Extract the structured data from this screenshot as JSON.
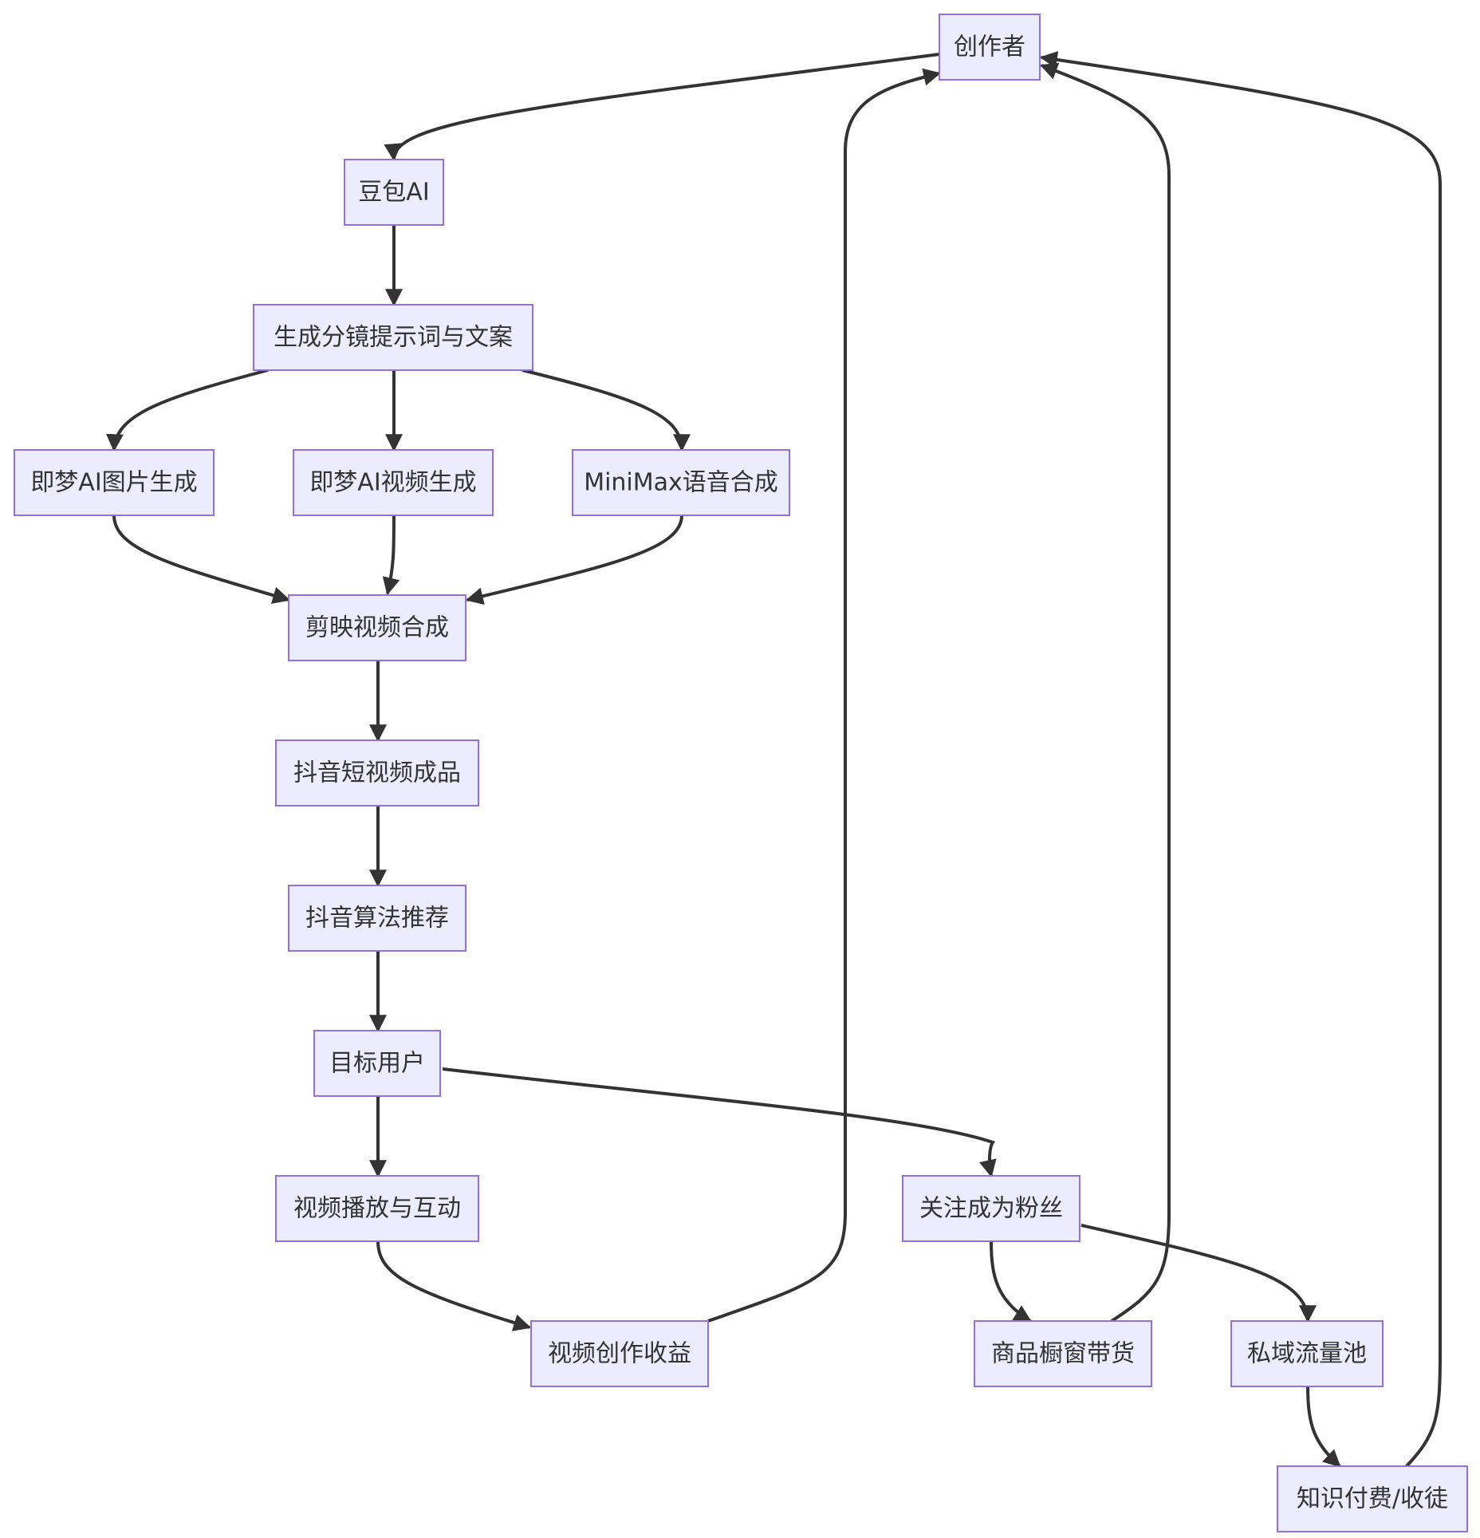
{
  "diagram": {
    "type": "flowchart",
    "colors": {
      "node_fill": "#ececff",
      "node_border": "#9370db",
      "edge": "#333333",
      "text": "#333333",
      "background": "#ffffff"
    },
    "nodes": {
      "creator": {
        "label": "创作者"
      },
      "doubao": {
        "label": "豆包AI"
      },
      "storyboard": {
        "label": "生成分镜提示词与文案"
      },
      "jimeng_image": {
        "label": "即梦AI图片生成"
      },
      "jimeng_video": {
        "label": "即梦AI视频生成"
      },
      "minimax_voice": {
        "label": "MiniMax语音合成"
      },
      "jianying": {
        "label": "剪映视频合成"
      },
      "douyin_video": {
        "label": "抖音短视频成品"
      },
      "douyin_algo": {
        "label": "抖音算法推荐"
      },
      "target_users": {
        "label": "目标用户"
      },
      "play_interact": {
        "label": "视频播放与互动"
      },
      "follow_fans": {
        "label": "关注成为粉丝"
      },
      "creation_income": {
        "label": "视频创作收益"
      },
      "showcase": {
        "label": "商品橱窗带货"
      },
      "private_pool": {
        "label": "私域流量池"
      },
      "knowledge_paid": {
        "label": "知识付费/收徒"
      }
    },
    "edges": [
      {
        "from": "creator",
        "to": "doubao"
      },
      {
        "from": "doubao",
        "to": "storyboard"
      },
      {
        "from": "storyboard",
        "to": "jimeng_image"
      },
      {
        "from": "storyboard",
        "to": "jimeng_video"
      },
      {
        "from": "storyboard",
        "to": "minimax_voice"
      },
      {
        "from": "jimeng_image",
        "to": "jianying"
      },
      {
        "from": "jimeng_video",
        "to": "jianying"
      },
      {
        "from": "minimax_voice",
        "to": "jianying"
      },
      {
        "from": "jianying",
        "to": "douyin_video"
      },
      {
        "from": "douyin_video",
        "to": "douyin_algo"
      },
      {
        "from": "douyin_algo",
        "to": "target_users"
      },
      {
        "from": "target_users",
        "to": "play_interact"
      },
      {
        "from": "target_users",
        "to": "follow_fans"
      },
      {
        "from": "play_interact",
        "to": "creation_income"
      },
      {
        "from": "follow_fans",
        "to": "showcase"
      },
      {
        "from": "follow_fans",
        "to": "private_pool"
      },
      {
        "from": "private_pool",
        "to": "knowledge_paid"
      },
      {
        "from": "creation_income",
        "to": "creator"
      },
      {
        "from": "showcase",
        "to": "creator"
      },
      {
        "from": "knowledge_paid",
        "to": "creator"
      }
    ]
  }
}
